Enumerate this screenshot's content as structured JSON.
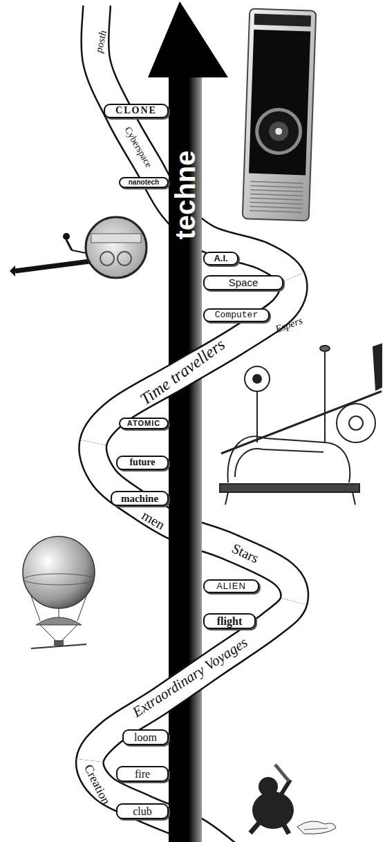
{
  "diagram": {
    "nodes": [
      {
        "text": [
          "CLONE"
        ]
      },
      {
        "text": [
          "nanotech"
        ]
      },
      {
        "text": [
          "A.I."
        ]
      },
      {
        "text": [
          "Space"
        ]
      },
      {
        "text": [
          "Computer"
        ]
      },
      {
        "text": [
          "ATOMIC"
        ]
      },
      {
        "text": [
          "future"
        ]
      },
      {
        "text": [
          "machine"
        ]
      },
      {
        "text": [
          "ALIEN"
        ]
      },
      {
        "text": [
          "flight"
        ]
      },
      {
        "text": [
          "loom"
        ]
      },
      {
        "text": [
          "fire"
        ]
      },
      {
        "text": [
          "club"
        ]
      }
    ],
    "labels": [
      "posth",
      "techne",
      "Cyberspace",
      "Espers",
      "Time travellers",
      "men",
      "Stars",
      "Extraordinary Voyages",
      "Creation"
    ]
  }
}
